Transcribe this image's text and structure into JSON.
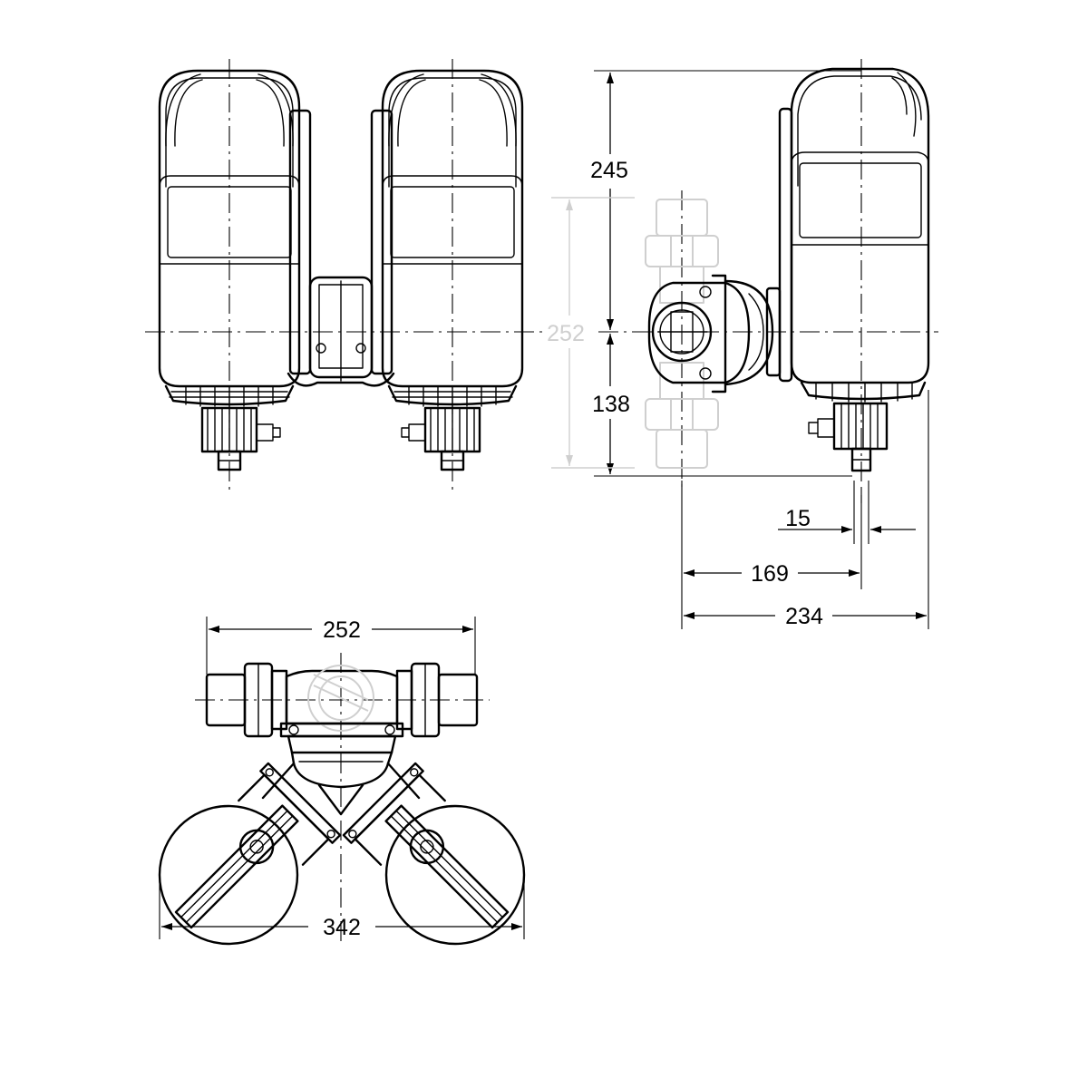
{
  "dimensions": {
    "front_height_upper": "245",
    "front_height_lower": "138",
    "side_height_total": "252",
    "pipe_offset": "15",
    "side_depth_axis": "169",
    "side_depth_total": "234",
    "top_pipe_length": "252",
    "top_total_width": "342"
  },
  "colors": {
    "line": "#000000",
    "ghost": "#cfcfcf",
    "background": "#ffffff"
  }
}
